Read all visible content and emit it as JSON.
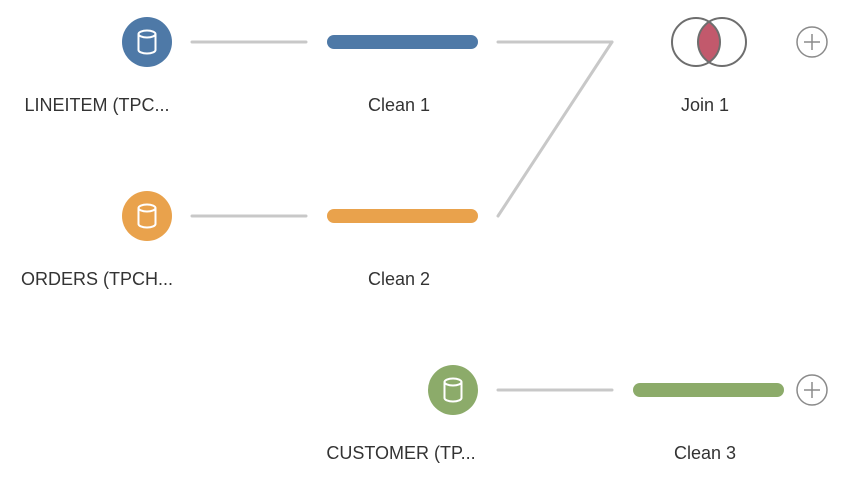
{
  "flow": {
    "colors": {
      "connector": "#c8c8c8",
      "lineitem": "#4e79a7",
      "orders": "#e9a24c",
      "customer": "#8cab6a",
      "join_intersection": "#c2596c",
      "join_outline": "#6e6e6e",
      "add_button": "#8a8a8a"
    },
    "inputs": [
      {
        "label": "LINEITEM (TPC...",
        "icon": "database-icon",
        "color": "#4e79a7"
      },
      {
        "label": "ORDERS (TPCH...",
        "icon": "database-icon",
        "color": "#e9a24c"
      },
      {
        "label": "CUSTOMER (TP...",
        "icon": "database-icon",
        "color": "#8cab6a"
      }
    ],
    "cleans": [
      {
        "label": "Clean 1",
        "color": "#4e79a7"
      },
      {
        "label": "Clean 2",
        "color": "#e9a24c"
      },
      {
        "label": "Clean 3",
        "color": "#8cab6a"
      }
    ],
    "join": {
      "label": "Join 1",
      "icon": "inner-join-icon"
    },
    "add_buttons": [
      {
        "icon": "add-step-icon"
      },
      {
        "icon": "add-step-icon"
      }
    ]
  }
}
